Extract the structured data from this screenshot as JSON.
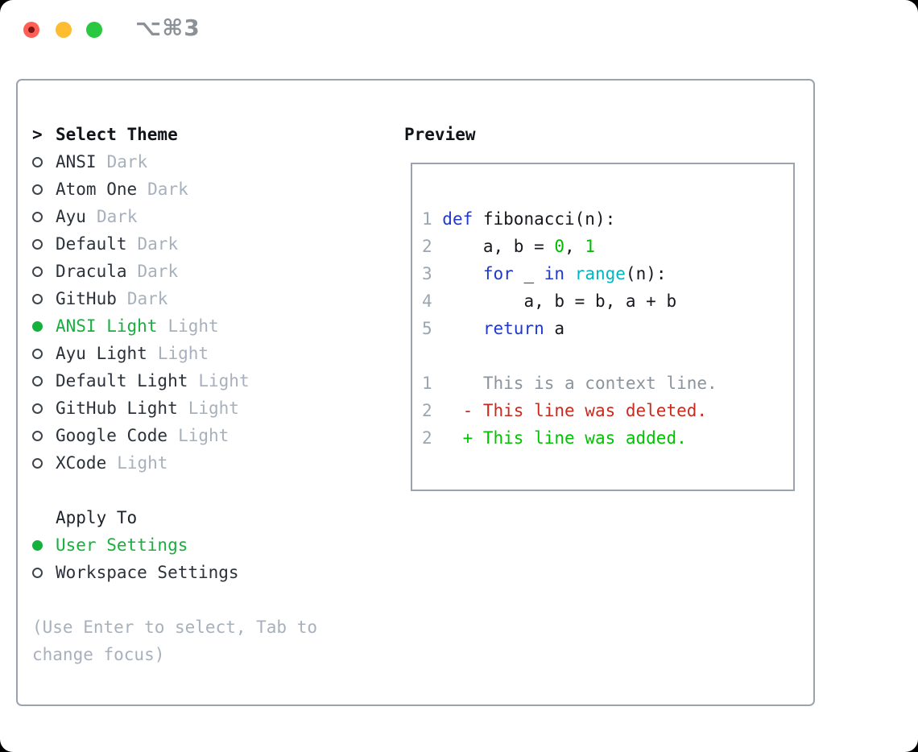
{
  "window": {
    "title": "⌥⌘3"
  },
  "colors": {
    "accent_green": "#16b13c",
    "text": "#2b313a",
    "heading": "#101419",
    "variant": "#a7b1bd",
    "hint": "#a7b1bd",
    "border": "#9aa3ae",
    "lineno": "#9aa6b2",
    "plain": "#16181d",
    "keyword": "#2138cc",
    "builtin": "#00b5c2",
    "number": "#00bb00",
    "context": "#8b949c",
    "deleted": "#c92a1d",
    "added": "#00c300",
    "traffic_red": "#ff5f57",
    "traffic_yellow": "#febc2e",
    "traffic_green": "#28c840"
  },
  "theme_panel": {
    "heading_prefix": ">",
    "heading": "Select Theme",
    "themes": [
      {
        "name": "ANSI",
        "variant": "Dark",
        "selected": false
      },
      {
        "name": "Atom One",
        "variant": "Dark",
        "selected": false
      },
      {
        "name": "Ayu",
        "variant": "Dark",
        "selected": false
      },
      {
        "name": "Default",
        "variant": "Dark",
        "selected": false
      },
      {
        "name": "Dracula",
        "variant": "Dark",
        "selected": false
      },
      {
        "name": "GitHub",
        "variant": "Dark",
        "selected": false
      },
      {
        "name": "ANSI Light",
        "variant": "Light",
        "selected": true
      },
      {
        "name": "Ayu Light",
        "variant": "Light",
        "selected": false
      },
      {
        "name": "Default Light",
        "variant": "Light",
        "selected": false
      },
      {
        "name": "GitHub Light",
        "variant": "Light",
        "selected": false
      },
      {
        "name": "Google Code",
        "variant": "Light",
        "selected": false
      },
      {
        "name": "XCode",
        "variant": "Light",
        "selected": false
      }
    ],
    "apply_heading": "Apply To",
    "apply_options": [
      {
        "label": "User Settings",
        "selected": true
      },
      {
        "label": "Workspace Settings",
        "selected": false
      }
    ],
    "hint": "(Use Enter to select, Tab to change focus)"
  },
  "preview": {
    "heading": "Preview",
    "code_lines": [
      {
        "num": "1",
        "tokens": [
          [
            "def",
            "keyword"
          ],
          [
            " fibonacci(n):",
            "plain"
          ]
        ]
      },
      {
        "num": "2",
        "tokens": [
          [
            "    a, b = ",
            "plain"
          ],
          [
            "0",
            "number"
          ],
          [
            ", ",
            "plain"
          ],
          [
            "1",
            "number"
          ]
        ]
      },
      {
        "num": "3",
        "tokens": [
          [
            "    ",
            "plain"
          ],
          [
            "for",
            "keyword"
          ],
          [
            " _ ",
            "plain"
          ],
          [
            "in",
            "keyword"
          ],
          [
            " ",
            "plain"
          ],
          [
            "range",
            "builtin"
          ],
          [
            "(n):",
            "plain"
          ]
        ]
      },
      {
        "num": "4",
        "tokens": [
          [
            "        a, b = b, a + b",
            "plain"
          ]
        ]
      },
      {
        "num": "5",
        "tokens": [
          [
            "    ",
            "plain"
          ],
          [
            "return",
            "keyword"
          ],
          [
            " a",
            "plain"
          ]
        ]
      }
    ],
    "diff_lines": [
      {
        "num": "1",
        "tokens": [
          [
            "    This is a context line.",
            "context"
          ]
        ]
      },
      {
        "num": "2",
        "tokens": [
          [
            "  - This line was deleted.",
            "deleted"
          ]
        ]
      },
      {
        "num": "2",
        "tokens": [
          [
            "  + This line was added.",
            "added"
          ]
        ]
      }
    ]
  }
}
